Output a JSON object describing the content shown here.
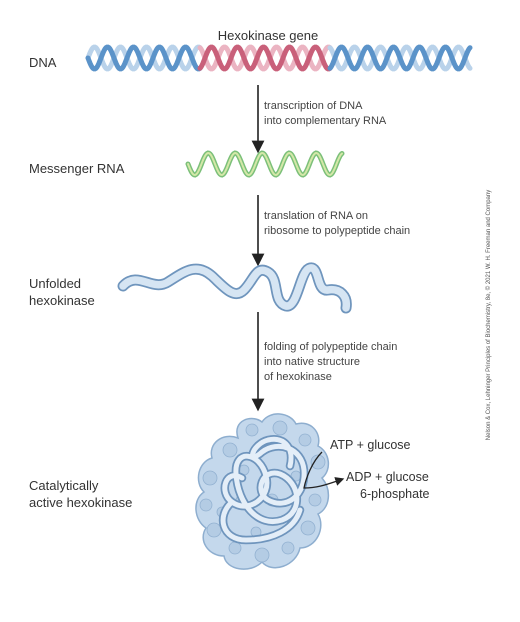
{
  "gene_label": "Hexokinase gene",
  "stages": {
    "dna": "DNA",
    "mrna": "Messenger RNA",
    "unfolded": [
      "Unfolded",
      "hexokinase"
    ],
    "active": [
      "Catalytically",
      "active hexokinase"
    ]
  },
  "steps": {
    "transcription": [
      "transcription of DNA",
      "into complementary RNA"
    ],
    "translation": [
      "translation of RNA on",
      "ribosome to polypeptide chain"
    ],
    "folding": [
      "folding of polypeptide chain",
      "into native structure",
      "of hexokinase"
    ]
  },
  "reaction": {
    "substrates": "ATP + glucose",
    "products": [
      "ADP + glucose",
      "6-phosphate"
    ]
  },
  "credit": "Nelson & Cox, Lehninger Principles of Biochemistry, 8e, © 2021 W. H. Freeman and Company",
  "colors": {
    "dna_strand": "#5b93c9",
    "dna_strand_light": "#b9d2ea",
    "gene_strand": "#c9607a",
    "gene_strand_light": "#ebb4c2",
    "mrna": "#7cc07a",
    "mrna_light": "#d4e8a8",
    "protein_fill": "#c4d8ec",
    "protein_stroke": "#6f95bd",
    "arrow": "#222222"
  }
}
